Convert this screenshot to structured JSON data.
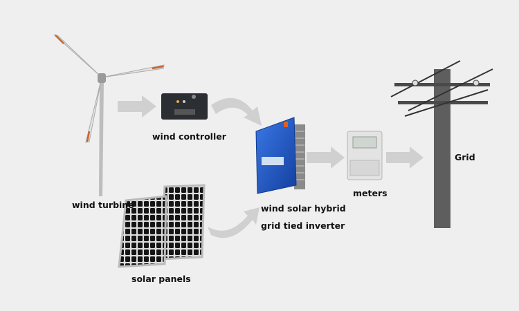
{
  "labels": {
    "wind_turbine": "wind turbine",
    "wind_controller": "wind controller",
    "inverter_line1": "wind solar hybrid",
    "inverter_line2": "grid tied inverter",
    "meters": "meters",
    "grid": "Grid",
    "solar_panels": "solar panels"
  },
  "colors": {
    "background": "#efefef",
    "arrow": "#d0d0d0",
    "inverter": "#1f55c8",
    "blade_tip": "#d2691e"
  }
}
